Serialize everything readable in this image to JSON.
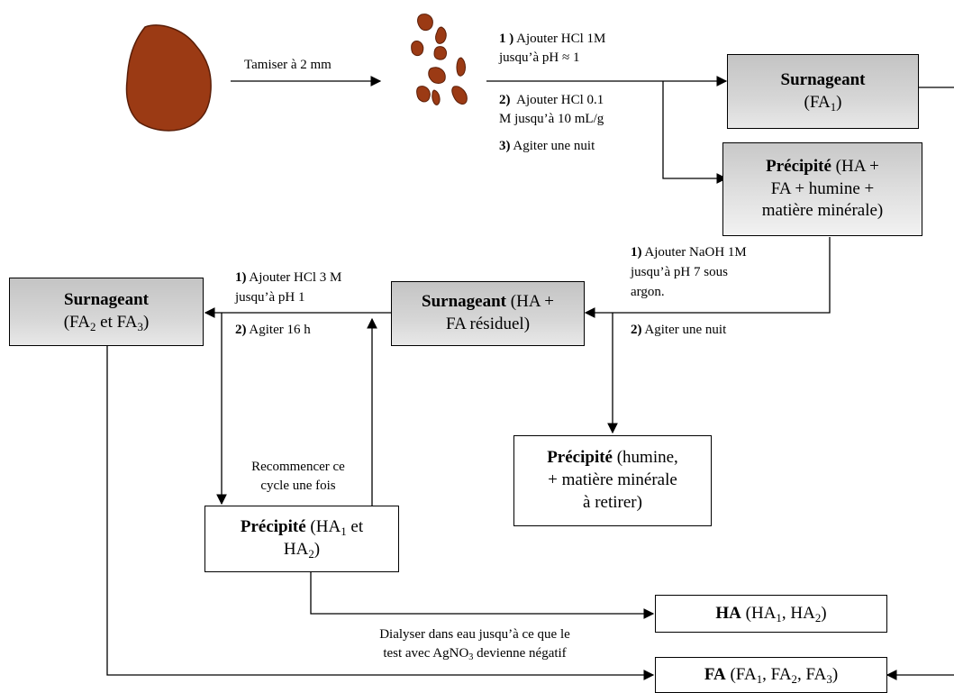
{
  "input": {
    "soil_icon": "soil-clod-icon",
    "particles_icon": "sieved-particles-icon",
    "sieve_label": "Tamiser à 2 mm"
  },
  "steps_acid": {
    "s1_num": "1 )",
    "s1_text": " Ajouter HCl 1M",
    "s1_text2": "jusqu’à pH ≈ 1",
    "s2_num": "2)",
    "s2_text": "  Ajouter HCl 0.1",
    "s2_text2": "M jusqu’à 10 mL/g",
    "s3_num": "3)",
    "s3_text": " Agiter une nuit"
  },
  "surnageant1": {
    "title": "Surnageant",
    "fa": "(FA",
    "fa_sub": "1",
    "fa_close": ")"
  },
  "precipite1": {
    "title": "Précipité",
    "rest1": " (HA +",
    "line2": "FA + humine +",
    "line3": "matière minérale)"
  },
  "steps_base": {
    "s1_num": "1)",
    "s1_text": " Ajouter NaOH 1M",
    "s1_text2": "jusqu’à pH 7 sous",
    "s1_text3": "argon.",
    "s2_num": "2)",
    "s2_text": " Agiter une nuit"
  },
  "surnageant2": {
    "title": "Surnageant",
    "rest1": " (HA +",
    "line2": "FA résiduel)"
  },
  "precipite2": {
    "title": "Précipité",
    "rest1": " (humine,",
    "line2": "+ matière minérale",
    "line3": "à retirer)"
  },
  "steps_reacid": {
    "s1_num": "1)",
    "s1_text": " Ajouter HCl 3 M",
    "s1_text2": "jusqu’à pH 1",
    "s2_num": "2)",
    "s2_text": " Agiter 16 h"
  },
  "surnageant3": {
    "title": "Surnageant",
    "pre": "(FA",
    "sub_a": "2",
    "mid": " et FA",
    "sub_b": "3",
    "post": ")"
  },
  "cycle": {
    "line1": "Recommencer ce",
    "line2": "cycle une fois"
  },
  "precipite3": {
    "title": "Précipité",
    "a": " (HA",
    "sub_a": "1",
    "b": " et",
    "c": "HA",
    "sub_c": "2",
    "d": ")"
  },
  "dialyse": {
    "line1": "Dialyser dans eau jusqu’à ce que le",
    "line2_a": "test avec AgNO",
    "line2_sub": "3",
    "line2_b": " devienne négatif"
  },
  "ha_final": {
    "bold": "HA",
    "a": " (HA",
    "sub_a": "1",
    "b": ", HA",
    "sub_b": "2",
    "c": ")"
  },
  "fa_final": {
    "bold": "FA",
    "a": " (FA",
    "sub_a": "1",
    "b": ", FA",
    "sub_b": "2",
    "c": ", FA",
    "sub_c": "3",
    "d": ")"
  },
  "colors": {
    "soil": "#9b3a14",
    "soil_dark": "#5a1e08",
    "box_grey": "#d0d0d0",
    "line": "#000000"
  }
}
